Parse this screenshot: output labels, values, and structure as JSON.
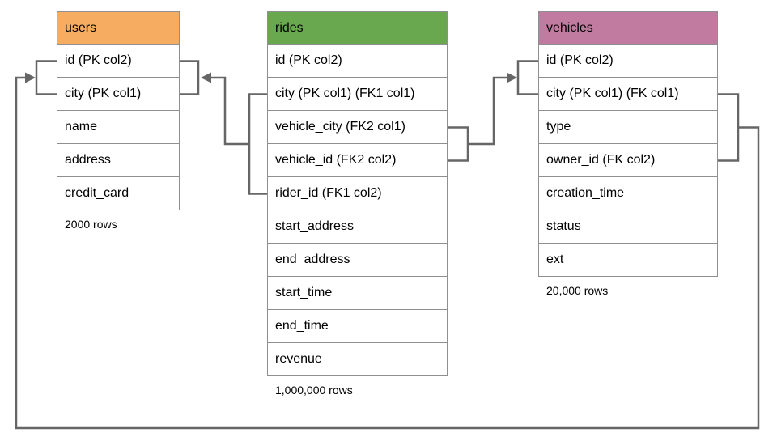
{
  "diagram": {
    "connector_color": "#666666",
    "tables": [
      {
        "name": "users",
        "title": "users",
        "header_color": "#F6AD62",
        "columns": [
          "id (PK col2)",
          "city (PK col1)",
          "name",
          "address",
          "credit_card"
        ],
        "row_count": "2000 rows"
      },
      {
        "name": "rides",
        "title": "rides",
        "header_color": "#6AA84F",
        "columns": [
          "id (PK col2)",
          "city (PK col1) (FK1 col1)",
          "vehicle_city (FK2 col1)",
          "vehicle_id (FK2 col2)",
          "rider_id (FK1 col2)",
          "start_address",
          "end_address",
          "start_time",
          "end_time",
          "revenue"
        ],
        "row_count": "1,000,000 rows"
      },
      {
        "name": "vehicles",
        "title": "vehicles",
        "header_color": "#C27BA0",
        "columns": [
          "id (PK col2)",
          "city (PK col1) (FK col1)",
          "type",
          "owner_id (FK col2)",
          "creation_time",
          "status",
          "ext"
        ],
        "row_count": "20,000 rows"
      }
    ],
    "relationships": [
      {
        "label": "rides (city, rider_id) FK1 references users (city, id)",
        "from": "rides",
        "to": "users"
      },
      {
        "label": "rides (vehicle_city, vehicle_id) FK2 references vehicles (city, id)",
        "from": "rides",
        "to": "vehicles"
      },
      {
        "label": "vehicles (city, owner_id) FK references users (city, id)",
        "from": "vehicles",
        "to": "users"
      }
    ]
  }
}
